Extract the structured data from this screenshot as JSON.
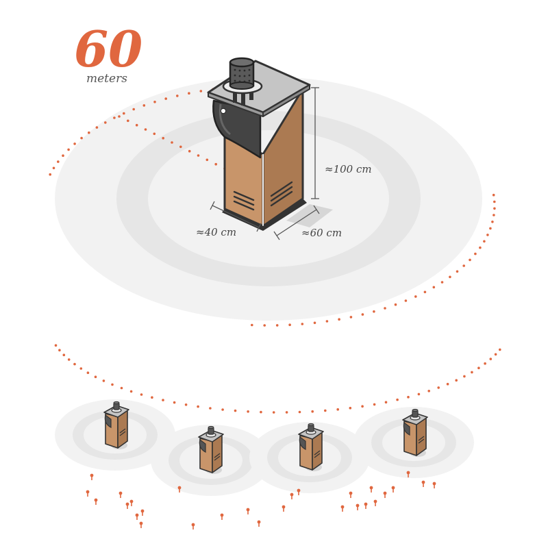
{
  "range": {
    "value": "60",
    "unit": "meters"
  },
  "dimensions": {
    "height": "≈100 cm",
    "width": "≈40 cm",
    "depth": "≈60 cm"
  },
  "colors": {
    "accent": "#e0673f",
    "wood": "#c8956a",
    "wood_dark": "#ab7a52",
    "metal_top": "#c5c5c5",
    "dark": "#333333",
    "halo": "#efefef",
    "halo_ring": "#e4e4e4",
    "shadow": "#d9d9d9"
  },
  "small_units_count": 4,
  "sensor_pins_count": 28
}
